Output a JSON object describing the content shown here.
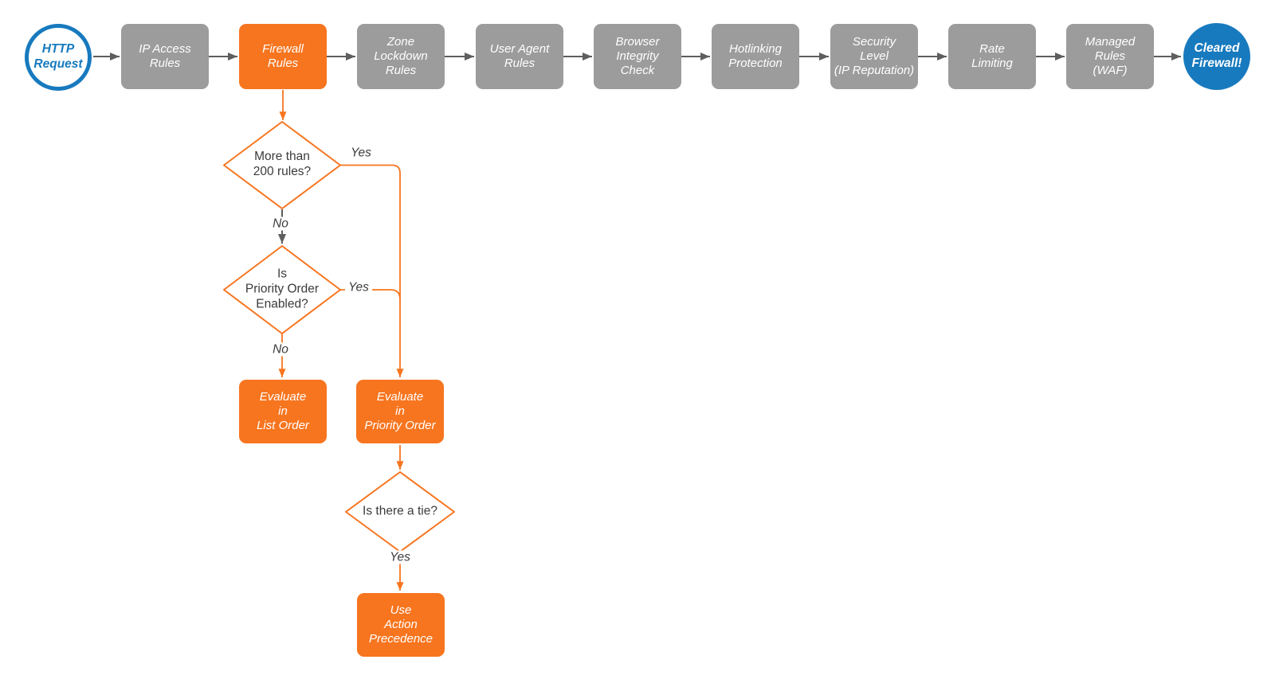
{
  "theme": {
    "canvas_bg": "#ffffff",
    "orange": "#F7751F",
    "gray_node": "#9C9C9C",
    "blue": "#187ABE",
    "line_gray": "#5E5E5E",
    "text_dark": "#3B3B3B",
    "text_light": "#FFFFFF"
  },
  "pipeline": [
    {
      "id": "http-request",
      "label": "HTTP\nRequest"
    },
    {
      "id": "ip-access-rules",
      "label": "IP Access\nRules"
    },
    {
      "id": "firewall-rules",
      "label": "Firewall\nRules"
    },
    {
      "id": "zone-lockdown",
      "label": "Zone\nLockdown\nRules"
    },
    {
      "id": "user-agent-rules",
      "label": "User Agent\nRules"
    },
    {
      "id": "browser-integrity",
      "label": "Browser\nIntegrity\nCheck"
    },
    {
      "id": "hotlinking",
      "label": "Hotlinking\nProtection"
    },
    {
      "id": "security-level",
      "label": "Security\nLevel\n(IP Reputation)"
    },
    {
      "id": "rate-limiting",
      "label": "Rate\nLimiting"
    },
    {
      "id": "managed-rules",
      "label": "Managed\nRules\n(WAF)"
    },
    {
      "id": "cleared-firewall",
      "label": "Cleared\nFirewall!"
    }
  ],
  "decisions": [
    {
      "id": "more-than-200-rules",
      "label": "More than\n200 rules?"
    },
    {
      "id": "priority-order-enabled",
      "label": "Is\nPriority Order\nEnabled?"
    },
    {
      "id": "is-there-a-tie",
      "label": "Is there a tie?"
    }
  ],
  "actions": [
    {
      "id": "evaluate-list-order",
      "label": "Evaluate\nin\nList Order"
    },
    {
      "id": "evaluate-priority-order",
      "label": "Evaluate\nin\nPriority Order"
    },
    {
      "id": "use-action-precedence",
      "label": "Use\nAction\nPrecedence"
    }
  ],
  "edge_labels": {
    "rules_yes": "Yes",
    "rules_no": "No",
    "priority_yes": "Yes",
    "priority_no": "No",
    "tie_yes": "Yes"
  }
}
